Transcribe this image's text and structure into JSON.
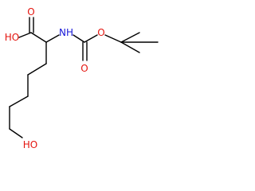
{
  "molecule": {
    "atoms": {
      "acid_carbonyl_o": {
        "text": "O",
        "color": "#e4140e"
      },
      "acid_hydroxyl": {
        "text": "HO",
        "color": "#e4140e"
      },
      "amine_nh": {
        "text": "NH",
        "color": "#1717d8"
      },
      "carbamate_ether_o": {
        "text": "O",
        "color": "#e4140e"
      },
      "carbamate_carbonyl_o": {
        "text": "O",
        "color": "#e4140e"
      },
      "terminal_hydroxyl": {
        "text": "HO",
        "color": "#e4140e"
      }
    },
    "bond_color": "#000000"
  }
}
